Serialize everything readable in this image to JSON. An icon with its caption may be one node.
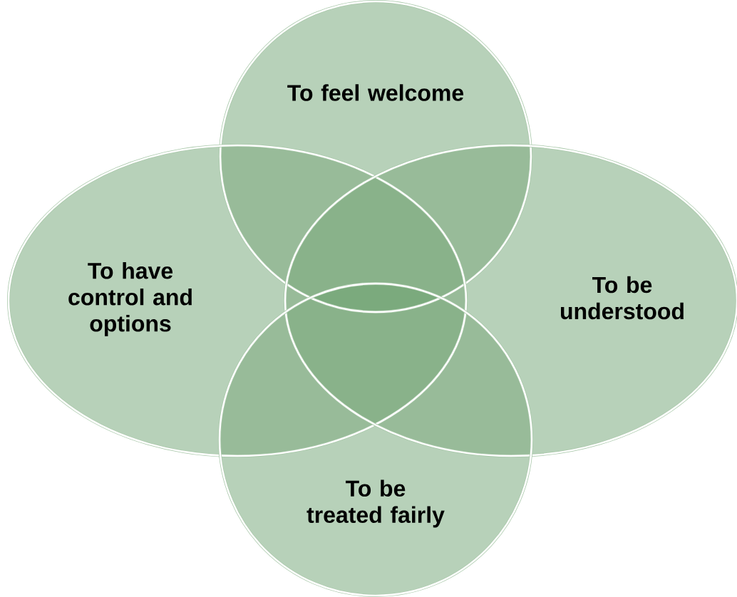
{
  "diagram": {
    "nodes": [
      {
        "text": [
          "To feel welcome"
        ]
      },
      {
        "text": [
          "To have control and options"
        ]
      },
      {
        "text": [
          "To be understood"
        ]
      },
      {
        "text": [
          "To be treated fairly"
        ]
      }
    ]
  }
}
